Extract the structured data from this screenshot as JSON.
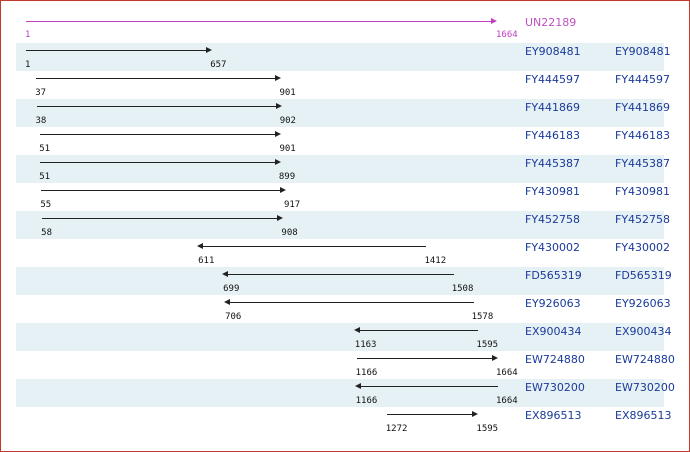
{
  "reference": {
    "id": "UN22189",
    "start": "1",
    "end": "1664",
    "color": "#c040c0"
  },
  "scale": {
    "min": 1,
    "max": 1664
  },
  "alignments": [
    {
      "acc": "EY908481",
      "label": "EY908481",
      "start": "1",
      "end": "657",
      "direction": "forward"
    },
    {
      "acc": "FY444597",
      "label": "FY444597",
      "start": "37",
      "end": "901",
      "direction": "forward"
    },
    {
      "acc": "FY441869",
      "label": "FY441869",
      "start": "38",
      "end": "902",
      "direction": "forward"
    },
    {
      "acc": "FY446183",
      "label": "FY446183",
      "start": "51",
      "end": "901",
      "direction": "forward"
    },
    {
      "acc": "FY445387",
      "label": "FY445387",
      "start": "51",
      "end": "899",
      "direction": "forward"
    },
    {
      "acc": "FY430981",
      "label": "FY430981",
      "start": "55",
      "end": "917",
      "direction": "forward"
    },
    {
      "acc": "FY452758",
      "label": "FY452758",
      "start": "58",
      "end": "908",
      "direction": "forward"
    },
    {
      "acc": "FY430002",
      "label": "FY430002",
      "start": "611",
      "end": "1412",
      "direction": "reverse"
    },
    {
      "acc": "FD565319",
      "label": "FD565319",
      "start": "699",
      "end": "1508",
      "direction": "reverse"
    },
    {
      "acc": "EY926063",
      "label": "EY926063",
      "start": "706",
      "end": "1578",
      "direction": "reverse"
    },
    {
      "acc": "EX900434",
      "label": "EX900434",
      "start": "1163",
      "end": "1595",
      "direction": "reverse"
    },
    {
      "acc": "EW724880",
      "label": "EW724880",
      "start": "1166",
      "end": "1664",
      "direction": "forward"
    },
    {
      "acc": "EW730200",
      "label": "EW730200",
      "start": "1166",
      "end": "1664",
      "direction": "reverse"
    },
    {
      "acc": "EX896513",
      "label": "EX896513",
      "start": "1272",
      "end": "1595",
      "direction": "forward"
    }
  ]
}
